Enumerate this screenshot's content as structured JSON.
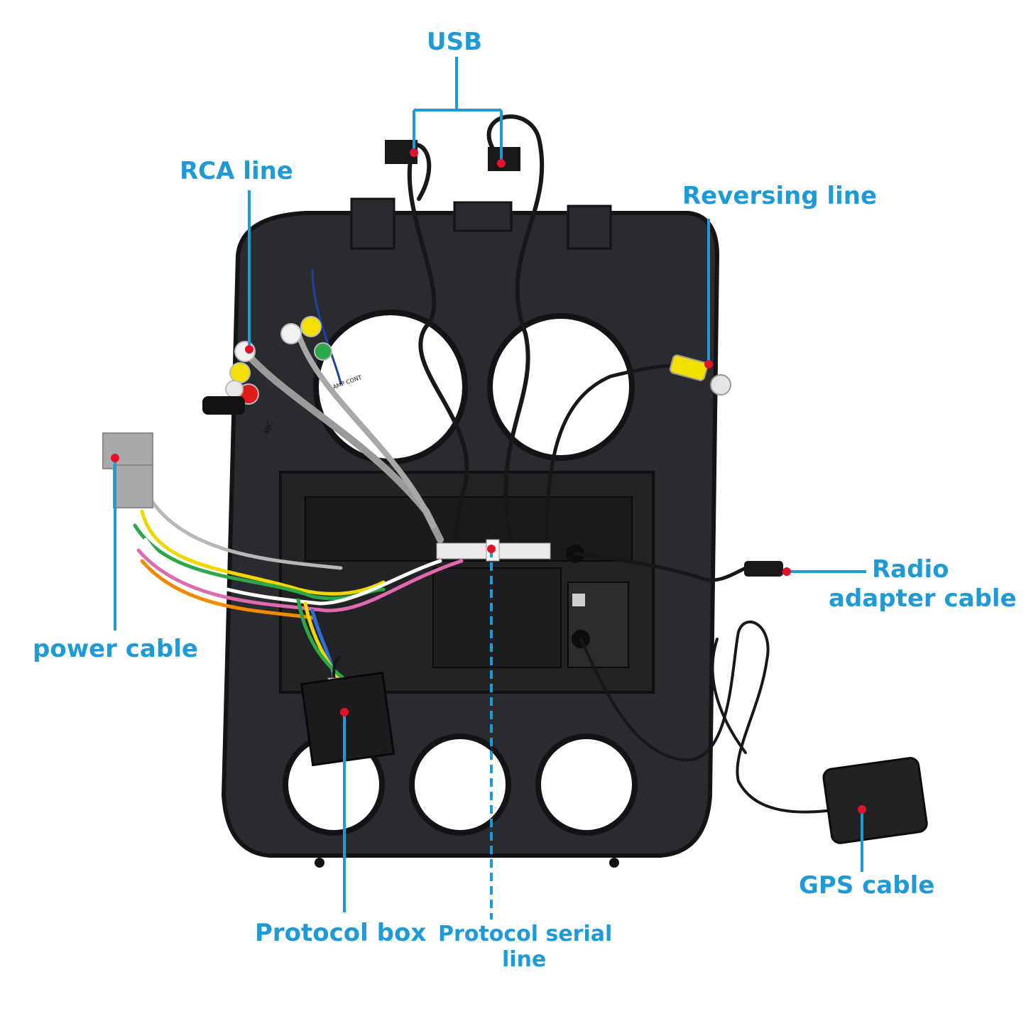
{
  "colors": {
    "label": "#1e9ad6",
    "leader": "#1e9ad6",
    "dot": "#e4112b",
    "bezel": "#2a2b2e",
    "bezel_edge": "#141416",
    "cable": "#18181a"
  },
  "labels": {
    "usb": "USB",
    "rca": "RCA line",
    "reversing": "Reversing line",
    "radio_line1": "Radio",
    "radio_line2": "adapter cable",
    "power": "power cable",
    "gps": "GPS cable",
    "protocol_box": "Protocol box",
    "protocol_serial_line1": "Protocol serial",
    "protocol_serial_line2": "line"
  },
  "connector_tags": {
    "mic": "MIC",
    "amp": "AMP CONT"
  }
}
